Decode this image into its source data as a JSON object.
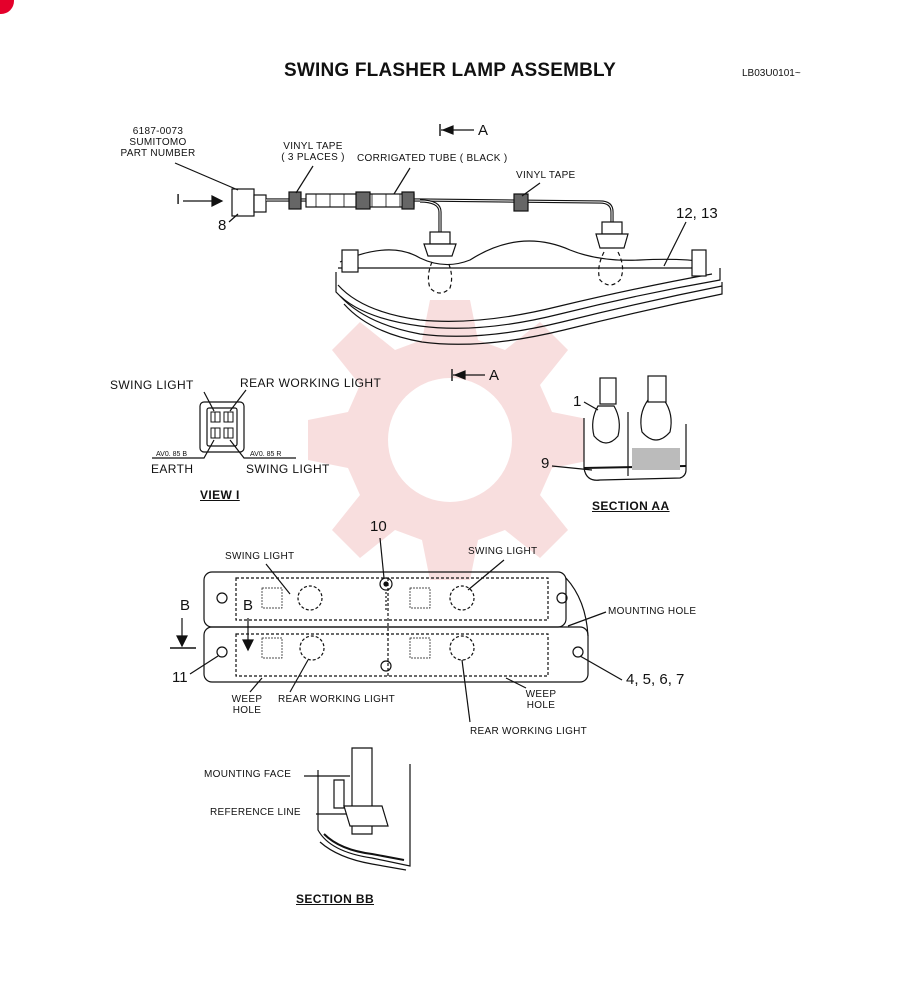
{
  "title": "SWING FLASHER LAMP ASSEMBLY",
  "drawing_code": "LB03U0101~",
  "top_view": {
    "part_number_lines": [
      "6187-0073",
      "SUMITOMO",
      "PART NUMBER"
    ],
    "vinyl_tape_3_lines": [
      "VINYL TAPE",
      "( 3 PLACES )"
    ],
    "corrugated_tube": "CORRIGATED TUBE ( BLACK )",
    "vinyl_tape": "VINYL TAPE",
    "arrow_i": "I",
    "callout_8": "8",
    "callout_12_13": "12, 13",
    "arrow_a_top": "A"
  },
  "view_i": {
    "swing_light_top": "SWING  LIGHT",
    "rear_working_light": "REAR WORKING LIGHT",
    "wire_left": "AV0. 85 B",
    "wire_right": "AV0. 85 R",
    "earth": "EARTH",
    "swing_light_bottom": "SWING  LIGHT",
    "caption": "VIEW  I"
  },
  "section_aa": {
    "arrow_a": "A",
    "callout_1": "1",
    "callout_9": "9",
    "caption": "SECTION   AA"
  },
  "front_view": {
    "callout_10": "10",
    "swing_light_left": "SWING LIGHT",
    "swing_light_right": "SWING LIGHT",
    "mounting_hole": "MOUNTING HOLE",
    "arrow_b": "B",
    "arrow_b_inner": "B",
    "callout_11": "11",
    "weep_hole_left_lines": [
      "WEEP",
      "HOLE"
    ],
    "rear_working_light_left": "REAR WORKING LIGHT",
    "weep_hole_right_lines": [
      "WEEP",
      "HOLE"
    ],
    "callout_4_7": "4, 5, 6, 7",
    "rear_working_light_right": "REAR WORKING LIGHT"
  },
  "section_bb": {
    "mounting_face": "MOUNTING FACE",
    "reference_line": "REFERENCE LINE",
    "caption": "SECTION   BB"
  },
  "colors": {
    "badge": "#e4002b",
    "watermark": "#f3c4c4",
    "ink": "#111111"
  }
}
